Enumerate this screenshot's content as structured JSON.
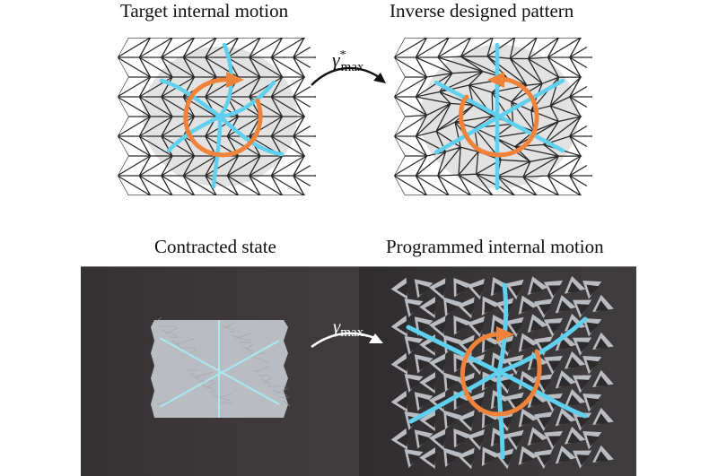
{
  "panels": {
    "top_left": {
      "title": "Target internal motion"
    },
    "top_right": {
      "title": "Inverse designed pattern"
    },
    "bottom_left": {
      "title": "Contracted state"
    },
    "bottom_right": {
      "title": "Programmed internal motion"
    }
  },
  "arrows": {
    "top": {
      "symbol": "γ",
      "superscript": "*",
      "subscript": "max"
    },
    "bottom": {
      "symbol": "γ",
      "subscript": "max"
    }
  },
  "colors": {
    "grid_line": "#2a2a2a",
    "highlight_blob": "#e2e2e2",
    "cyan_path": "#5fd0ee",
    "orange_rotation": "#f0823a",
    "photo_background": "#3a3638",
    "sheet_gray": "#b9bcc0",
    "photo_cyan_line": "#a8e8f2"
  },
  "grid": {
    "rows": 8,
    "top_apex_count": 8
  }
}
